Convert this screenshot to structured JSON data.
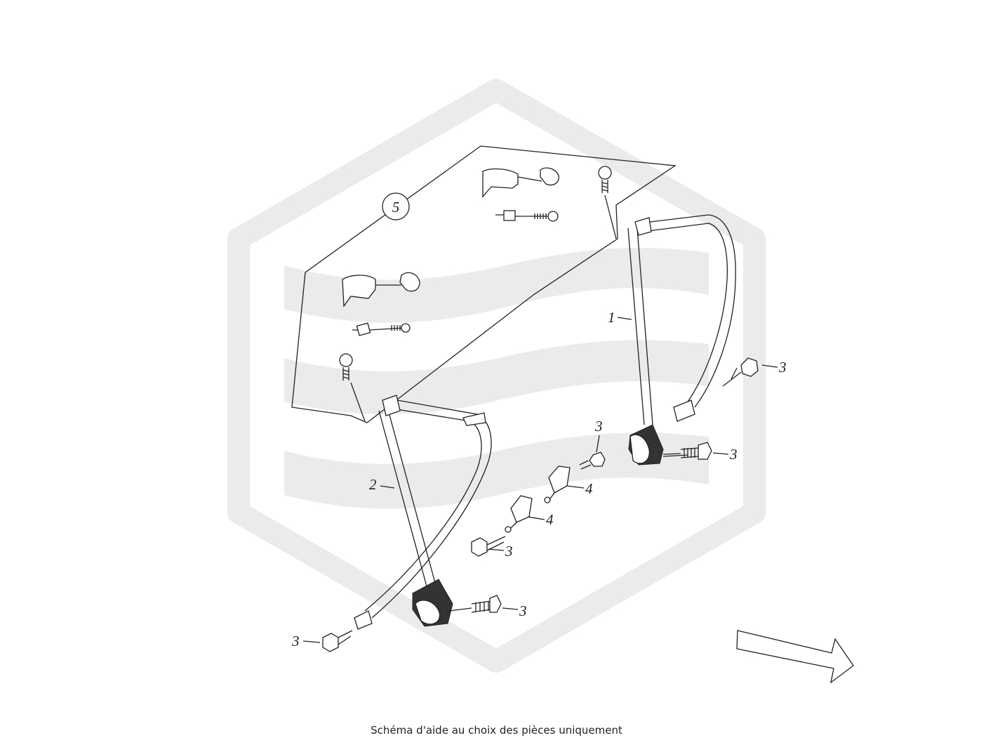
{
  "diagram": {
    "callouts": {
      "c1": "1",
      "c2": "2",
      "c3a": "3",
      "c3b": "3",
      "c3c": "3",
      "c3d": "3",
      "c3e": "3",
      "c3f": "3",
      "c4a": "4",
      "c4b": "4",
      "c5": "5"
    },
    "caption": "Schéma d'aide au choix des pièces uniquement",
    "watermark_color": "#ebebeb"
  }
}
